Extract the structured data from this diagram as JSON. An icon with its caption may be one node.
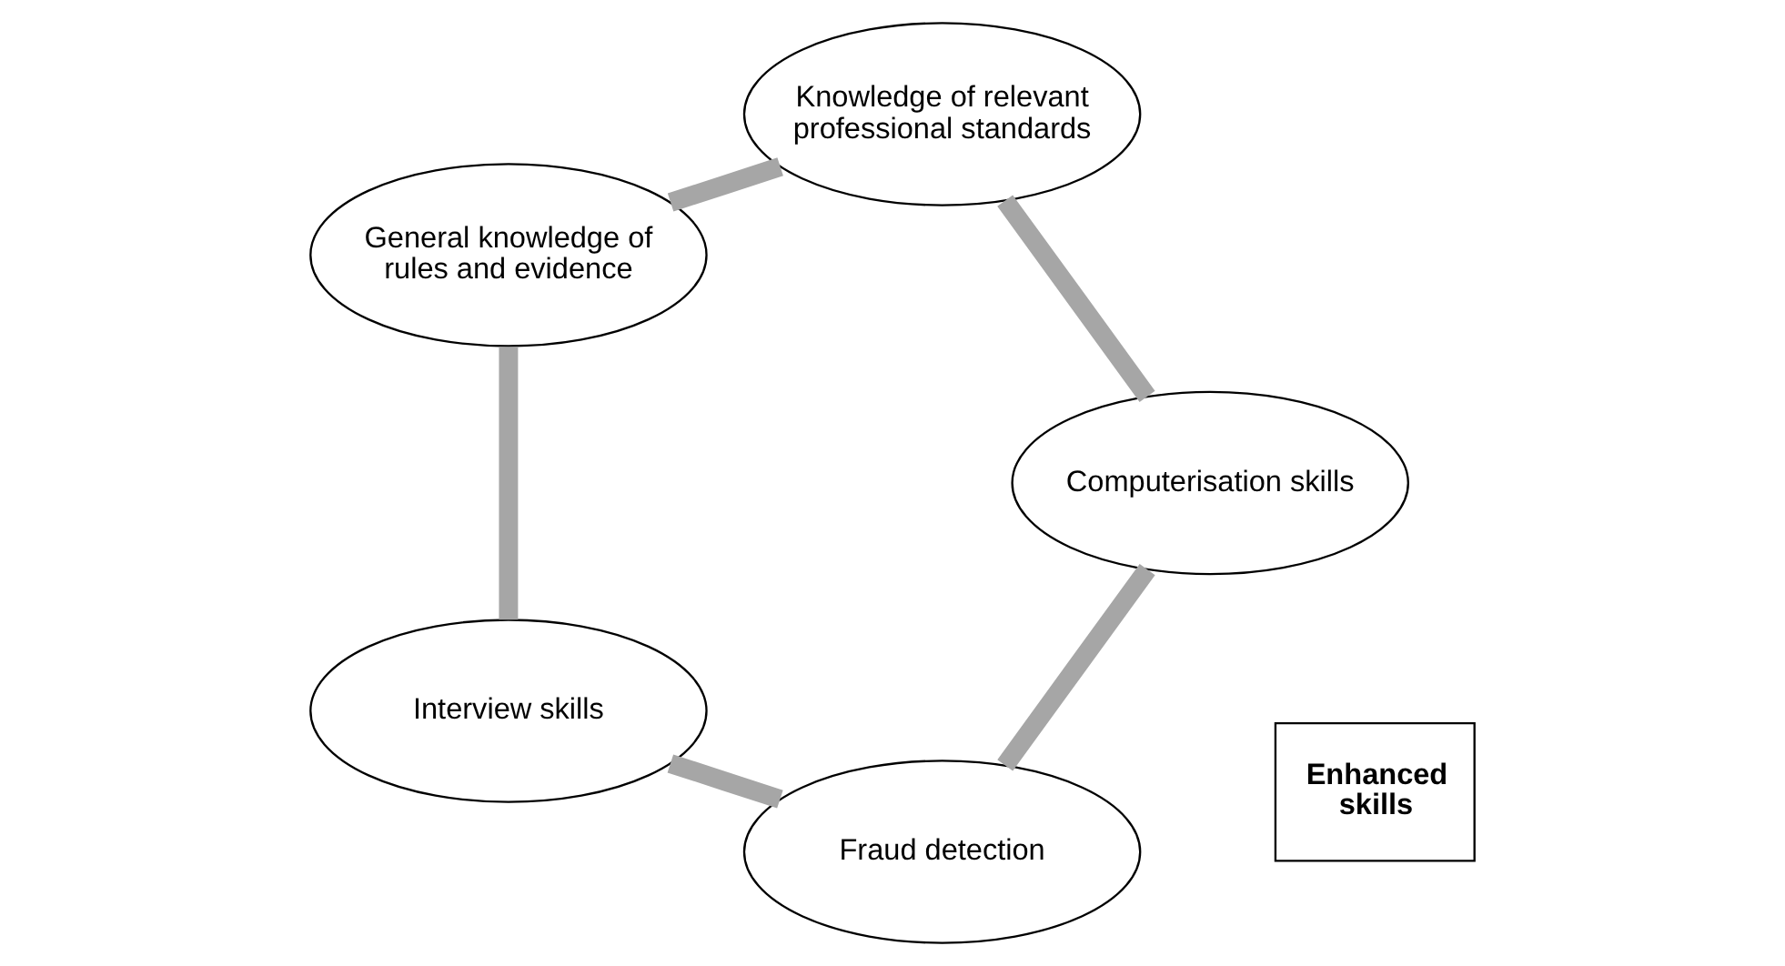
{
  "diagram": {
    "nodes": [
      {
        "text": [
          "Fraud detection"
        ]
      },
      {
        "text": [
          "Interview skills"
        ]
      },
      {
        "text": [
          "General knowledge of rules and evidence"
        ]
      },
      {
        "text": [
          "Knowledge of relevant professional standards"
        ]
      },
      {
        "text": [
          "Computerisation skills"
        ]
      },
      {
        "text": [
          "Enhanced skills"
        ]
      }
    ],
    "edges": [
      {
        "from": 0,
        "to": 1,
        "arrow": "none"
      },
      {
        "from": 1,
        "to": 2,
        "arrow": "none"
      },
      {
        "from": 2,
        "to": 3,
        "arrow": "none"
      },
      {
        "from": 3,
        "to": 4,
        "arrow": "none"
      },
      {
        "from": 4,
        "to": 0,
        "arrow": "none"
      }
    ]
  }
}
